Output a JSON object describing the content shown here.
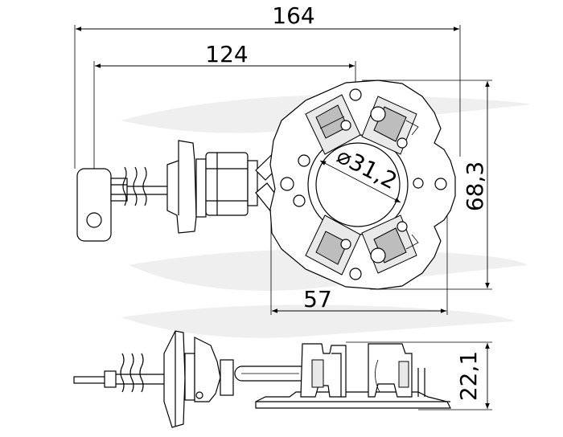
{
  "dimensions": {
    "overall_length": "164",
    "length_to_center": "124",
    "inner_diameter": "⌀31,2",
    "height": "68,3",
    "base_width": "57",
    "side_height": "22,1"
  },
  "colors": {
    "line": "#000000",
    "background": "#ffffff",
    "watermark": "#efefef"
  }
}
